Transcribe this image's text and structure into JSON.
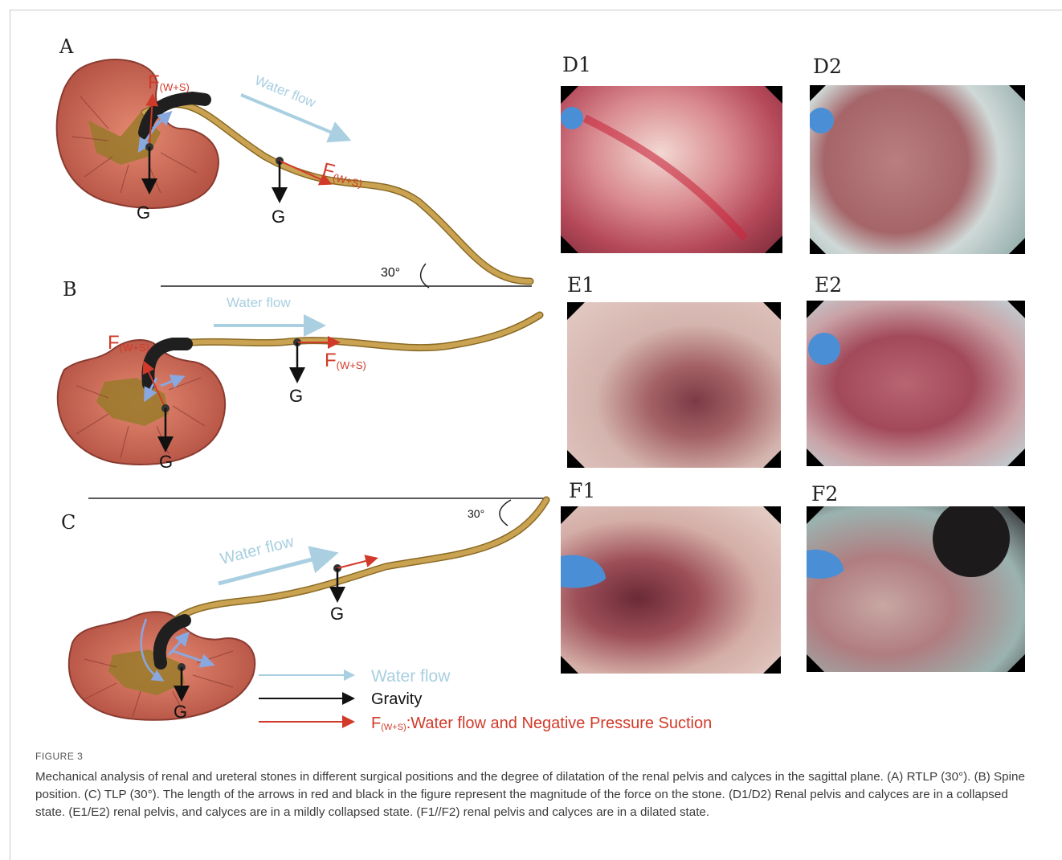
{
  "panels": {
    "A": {
      "letter": "A",
      "angle": "30°",
      "flow_label": "Water flow",
      "force_label": "F",
      "force_sub": "(W+S)",
      "gravity_label": "G"
    },
    "B": {
      "letter": "B",
      "flow_label": "Water flow",
      "force_label": "F",
      "force_sub": "(W+S)",
      "gravity_label": "G"
    },
    "C": {
      "letter": "C",
      "angle": "30°",
      "flow_label": "Water flow",
      "gravity_label": "G"
    }
  },
  "legend": {
    "water": "Water flow",
    "gravity": "Gravity",
    "force_main": "F",
    "force_sub": "(W+S)",
    "force_desc": ":Water flow and Negative Pressure Suction"
  },
  "photos": [
    {
      "label": "D1"
    },
    {
      "label": "D2"
    },
    {
      "label": "E1"
    },
    {
      "label": "E2"
    },
    {
      "label": "F1"
    },
    {
      "label": "F2"
    }
  ],
  "colors": {
    "force": "#d13a2a",
    "gravity": "#111111",
    "water": "#a9cfe0",
    "ureter": "#c29a4a",
    "kidney": "#d0705a",
    "scope": "#1f1f1f"
  },
  "figure_label": "FIGURE 3",
  "caption": "Mechanical analysis of renal and ureteral stones in different surgical positions and the degree of dilatation of the renal pelvis and calyces in the sagittal plane. (A) RTLP (30°). (B) Spine position. (C) TLP (30°). The length of the arrows in red and black in the figure represent the magnitude of the force on the stone. (D1/D2) Renal pelvis and calyces are in a collapsed state. (E1/E2) renal pelvis, and calyces are in a mildly collapsed state. (F1//F2) renal pelvis and calyces are in a dilated state."
}
